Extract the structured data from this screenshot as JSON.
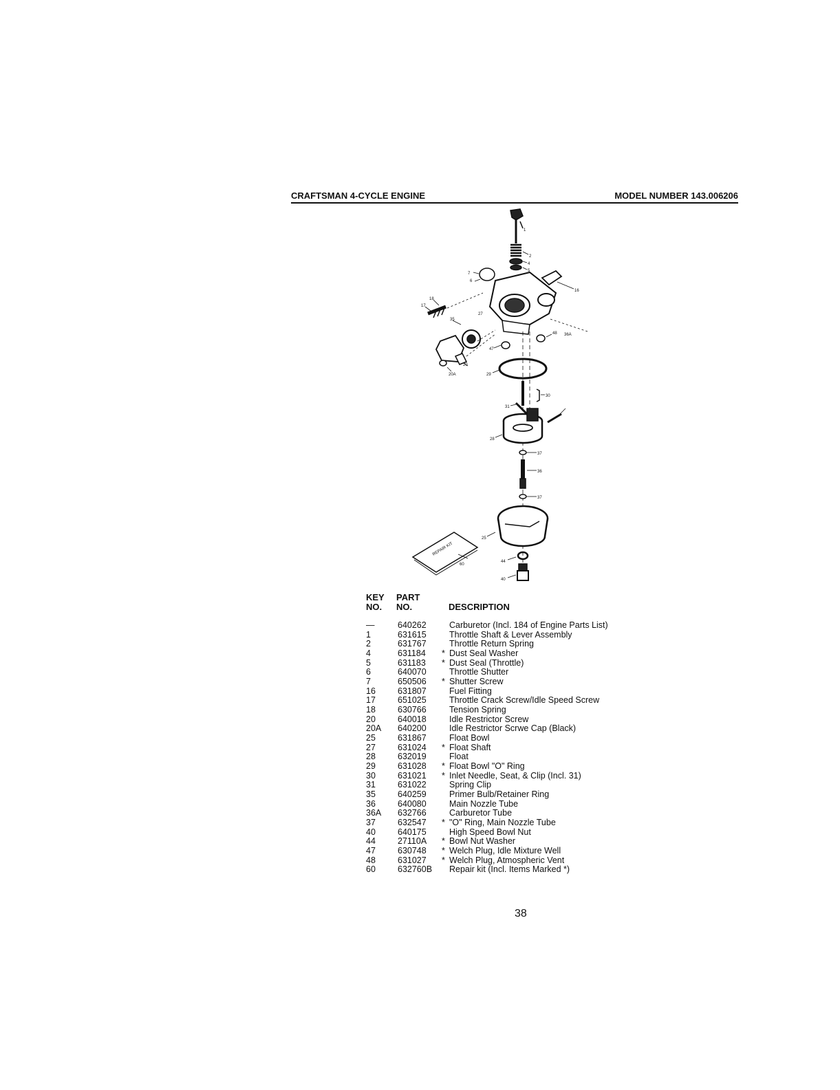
{
  "header": {
    "left": "CRAFTSMAN 4-CYCLE ENGINE",
    "right": "MODEL NUMBER 143.006206"
  },
  "diagram": {
    "callouts": {
      "c1": "1",
      "c2": "2",
      "c4": "4",
      "c5": "5",
      "c6": "6",
      "c7": "7",
      "c16": "16",
      "c17": "17",
      "c18": "18",
      "c35": "35",
      "c27": "27",
      "c48": "48",
      "c36a": "36A",
      "c47": "47",
      "c20": "20",
      "c20a": "20A",
      "c29": "29",
      "c30": "30",
      "c31": "31",
      "c28": "28",
      "c37a": "37",
      "c36": "36",
      "c37b": "37",
      "c25": "25",
      "c44": "44",
      "c40": "40",
      "c60": "60"
    },
    "kit_label": "REPAIR KIT"
  },
  "table": {
    "headers": {
      "key_line1": "KEY",
      "key_line2": "NO.",
      "part_line1": "PART",
      "part_line2": "NO.",
      "description": "DESCRIPTION"
    },
    "rows": [
      {
        "key": "—",
        "part": "640262",
        "mark": "",
        "desc": "Carburetor (Incl. 184 of Engine Parts List)"
      },
      {
        "key": "1",
        "part": "631615",
        "mark": "",
        "desc": "Throttle Shaft & Lever Assembly"
      },
      {
        "key": "2",
        "part": "631767",
        "mark": "",
        "desc": "Throttle Return Spring"
      },
      {
        "key": "4",
        "part": "631184",
        "mark": "*",
        "desc": "Dust Seal Washer"
      },
      {
        "key": "5",
        "part": "631183",
        "mark": "*",
        "desc": "Dust Seal (Throttle)"
      },
      {
        "key": "6",
        "part": "640070",
        "mark": "",
        "desc": "Throttle Shutter"
      },
      {
        "key": "7",
        "part": "650506",
        "mark": "*",
        "desc": "Shutter Screw"
      },
      {
        "key": "16",
        "part": "631807",
        "mark": "",
        "desc": "Fuel Fitting"
      },
      {
        "key": "17",
        "part": "651025",
        "mark": "",
        "desc": "Throttle Crack Screw/Idle Speed Screw"
      },
      {
        "key": "18",
        "part": "630766",
        "mark": "",
        "desc": "Tension Spring"
      },
      {
        "key": "20",
        "part": "640018",
        "mark": "",
        "desc": "Idle Restrictor Screw"
      },
      {
        "key": "20A",
        "part": "640200",
        "mark": "",
        "desc": "Idle Restrictor Scrwe Cap (Black)"
      },
      {
        "key": "25",
        "part": "631867",
        "mark": "",
        "desc": "Float Bowl"
      },
      {
        "key": "27",
        "part": "631024",
        "mark": "*",
        "desc": "Float Shaft"
      },
      {
        "key": "28",
        "part": "632019",
        "mark": "",
        "desc": "Float"
      },
      {
        "key": "29",
        "part": "631028",
        "mark": "*",
        "desc": "Float Bowl \"O\" Ring"
      },
      {
        "key": "30",
        "part": "631021",
        "mark": "*",
        "desc": "Inlet Needle, Seat, & Clip (Incl. 31)"
      },
      {
        "key": "31",
        "part": "631022",
        "mark": "",
        "desc": "Spring Clip"
      },
      {
        "key": "35",
        "part": "640259",
        "mark": "",
        "desc": "Primer Bulb/Retainer Ring"
      },
      {
        "key": "36",
        "part": "640080",
        "mark": "",
        "desc": "Main Nozzle Tube"
      },
      {
        "key": "36A",
        "part": "632766",
        "mark": "",
        "desc": "Carburetor Tube"
      },
      {
        "key": "37",
        "part": "632547",
        "mark": "*",
        "desc": "\"O\" Ring, Main Nozzle Tube"
      },
      {
        "key": "40",
        "part": "640175",
        "mark": "",
        "desc": "High Speed Bowl Nut"
      },
      {
        "key": "44",
        "part": "27110A",
        "mark": "*",
        "desc": "Bowl Nut Washer"
      },
      {
        "key": "47",
        "part": "630748",
        "mark": "*",
        "desc": "Welch Plug, Idle Mixture Well"
      },
      {
        "key": "48",
        "part": "631027",
        "mark": "*",
        "desc": "Welch Plug, Atmospheric Vent"
      },
      {
        "key": "60",
        "part": "632760B",
        "mark": "",
        "desc": "Repair kit (Incl. Items Marked *)"
      }
    ]
  },
  "page_number": "38"
}
